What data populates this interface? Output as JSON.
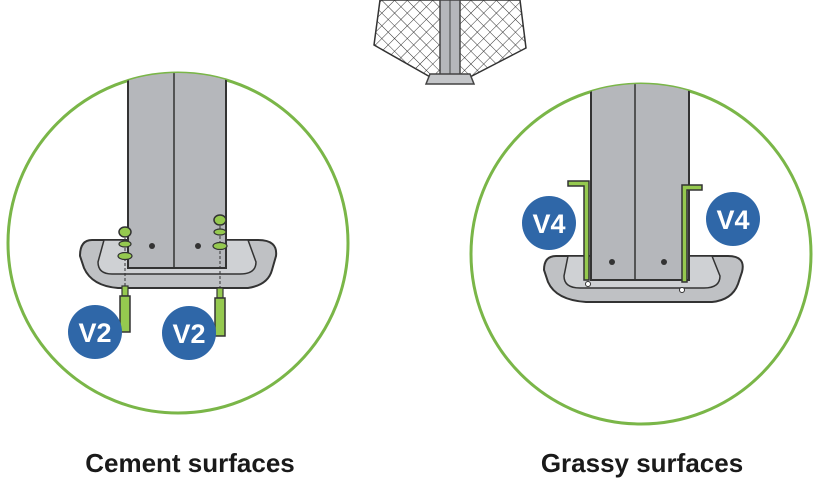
{
  "captions": {
    "left": "Cement surfaces",
    "right": "Grassy surfaces"
  },
  "badges": {
    "cement_1": "V2",
    "cement_2": "V2",
    "grass_1": "V4",
    "grass_2": "V4"
  },
  "colors": {
    "circle_outline": "#7ab648",
    "badge_fill": "#2f67a8",
    "part_green": "#95c94f",
    "post_gray": "#b5b7bb",
    "base_gray": "#bfc1c4"
  },
  "icons": {
    "net": "net-corner-illustration",
    "cement": "post-anchored-with-bolts",
    "grass": "post-anchored-with-pegs"
  }
}
